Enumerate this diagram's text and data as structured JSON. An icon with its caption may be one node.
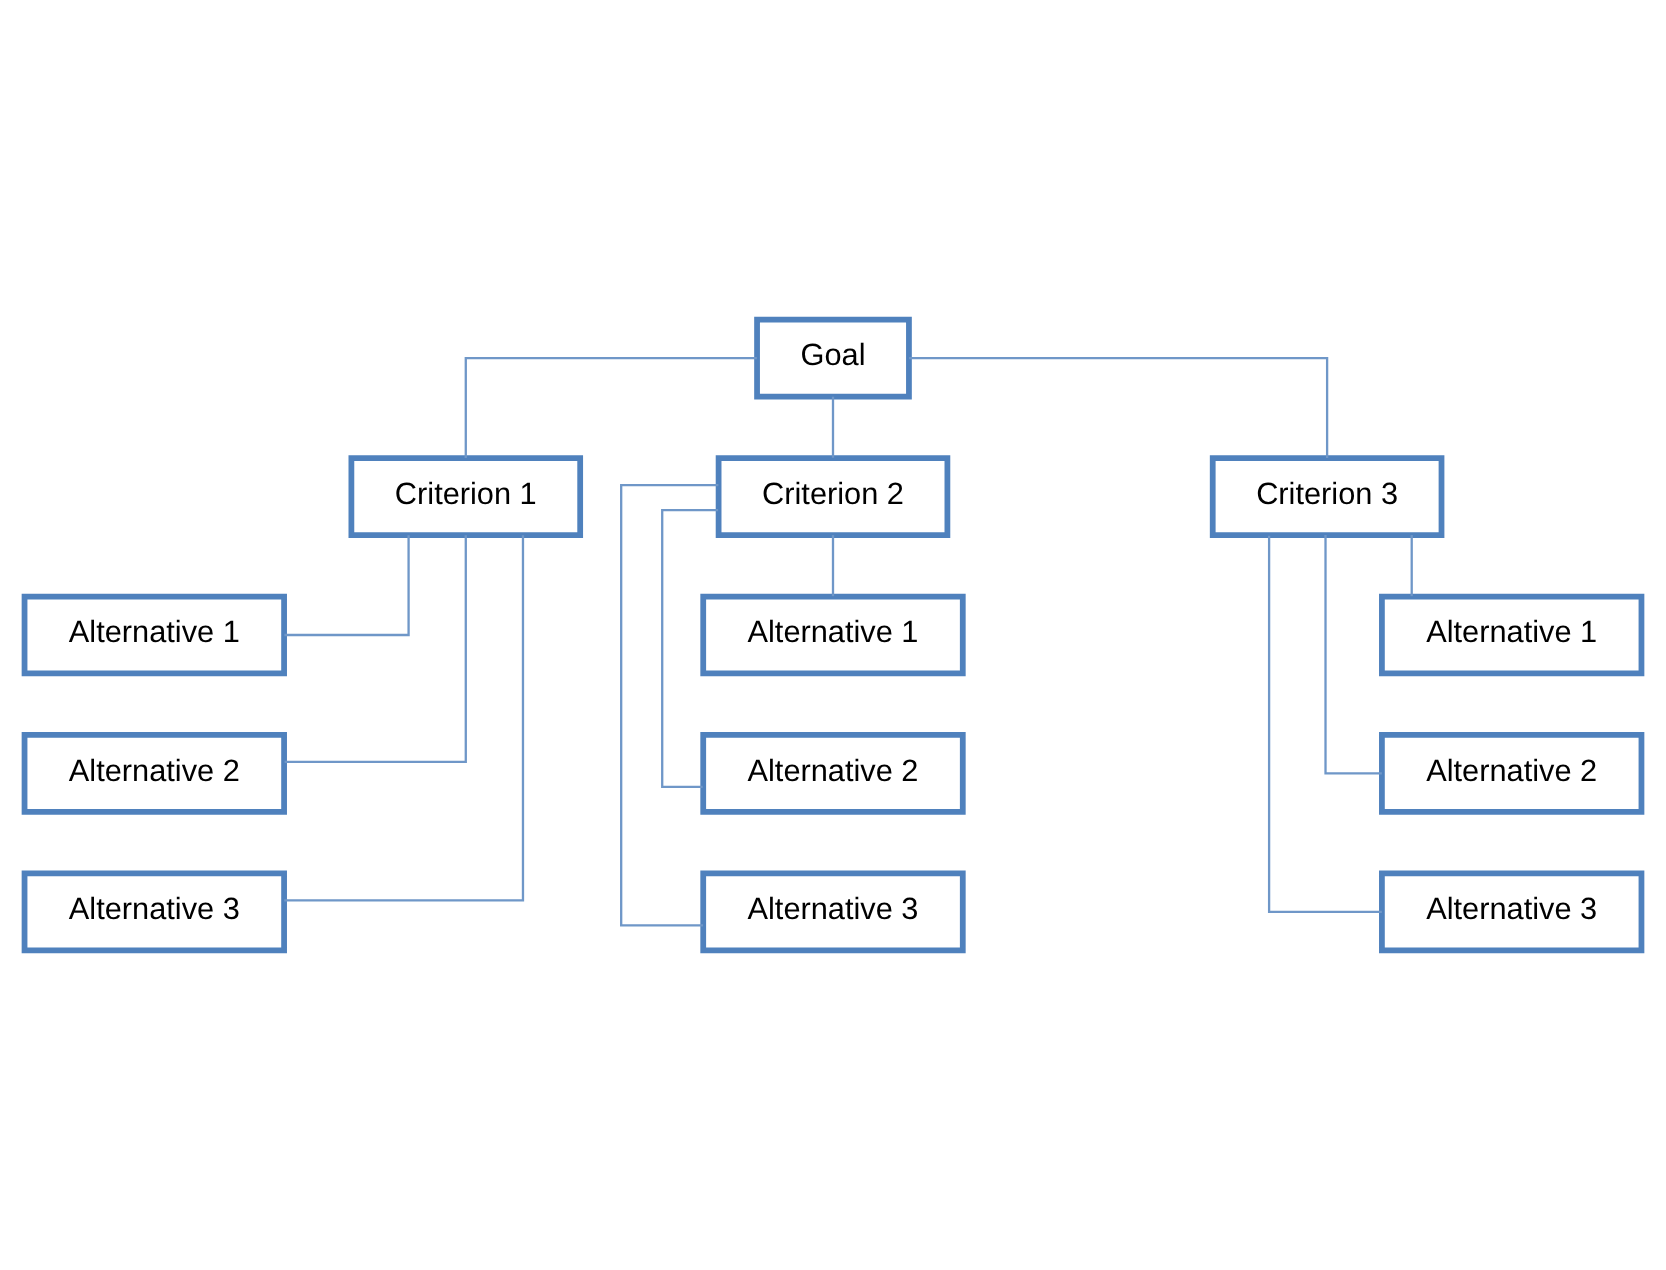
{
  "diagram": {
    "nodes": [
      {
        "text": [
          "Goal"
        ]
      },
      {
        "text": [
          "Criterion 1"
        ]
      },
      {
        "text": [
          "Criterion 2"
        ]
      },
      {
        "text": [
          "Criterion 3"
        ]
      },
      {
        "text": [
          "Alternative 1"
        ]
      },
      {
        "text": [
          "Alternative 2"
        ]
      },
      {
        "text": [
          "Alternative 3"
        ]
      },
      {
        "text": [
          "Alternative 1"
        ]
      },
      {
        "text": [
          "Alternative 2"
        ]
      },
      {
        "text": [
          "Alternative 3"
        ]
      },
      {
        "text": [
          "Alternative 1"
        ]
      },
      {
        "text": [
          "Alternative 2"
        ]
      },
      {
        "text": [
          "Alternative 3"
        ]
      }
    ],
    "edges": [
      {
        "from": 0,
        "to": 1,
        "arrow": "none"
      },
      {
        "from": 0,
        "to": 2,
        "arrow": "none"
      },
      {
        "from": 0,
        "to": 3,
        "arrow": "none"
      },
      {
        "from": 1,
        "to": 4,
        "arrow": "none"
      },
      {
        "from": 1,
        "to": 5,
        "arrow": "none"
      },
      {
        "from": 1,
        "to": 6,
        "arrow": "none"
      },
      {
        "from": 2,
        "to": 7,
        "arrow": "none"
      },
      {
        "from": 2,
        "to": 8,
        "arrow": "none"
      },
      {
        "from": 2,
        "to": 9,
        "arrow": "none"
      },
      {
        "from": 3,
        "to": 10,
        "arrow": "none"
      },
      {
        "from": 3,
        "to": 11,
        "arrow": "none"
      },
      {
        "from": 3,
        "to": 12,
        "arrow": "none"
      }
    ]
  }
}
